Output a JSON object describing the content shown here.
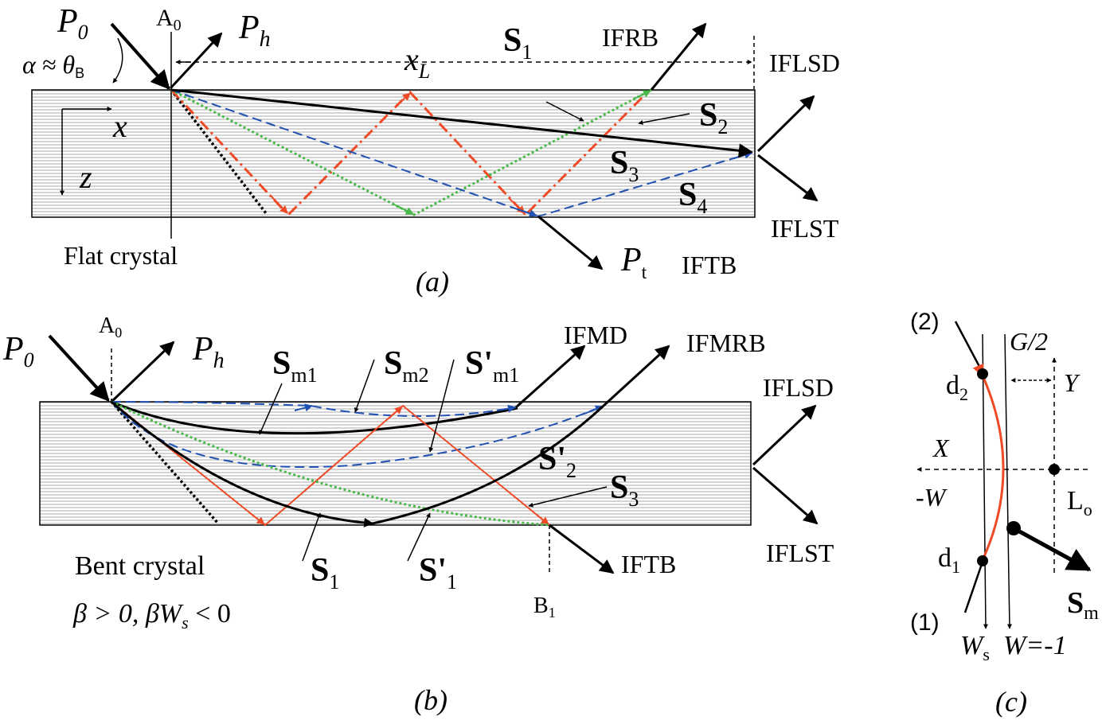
{
  "panel_a": {
    "caption": "(a)",
    "crystal_label": "Flat crystal",
    "incident": "P",
    "incident_sub": "0",
    "reflected": "P",
    "reflected_sub": "h",
    "transmitted": "P",
    "transmitted_sub": "t",
    "entry_point": "A",
    "entry_point_sub": "0",
    "angle_label": "α ≈ θ",
    "angle_sub": "B",
    "distance": "x",
    "distance_sub": "L",
    "axis_x": "x",
    "axis_z": "z",
    "out_rb": "IFRB",
    "out_lsd": "IFLSD",
    "out_lst": "IFLST",
    "out_tb": "IFTB",
    "rays": [
      {
        "label": "S",
        "sub": "1"
      },
      {
        "label": "S",
        "sub": "2"
      },
      {
        "label": "S",
        "sub": "3"
      },
      {
        "label": "S",
        "sub": "4"
      }
    ]
  },
  "panel_b": {
    "caption": "(b)",
    "crystal_label": "Bent crystal",
    "condition": "β > 0, βW",
    "condition_sub": "s",
    "condition_tail": " < 0",
    "incident": "P",
    "incident_sub": "0",
    "reflected": "P",
    "reflected_sub": "h",
    "entry_point": "A",
    "entry_point_sub": "0",
    "exit_point": "B",
    "exit_point_sub": "1",
    "out_md": "IFMD",
    "out_mrb": "IFMRB",
    "out_lsd": "IFLSD",
    "out_lst": "IFLST",
    "out_tb": "IFTB",
    "rays": {
      "sm1": {
        "label": "S",
        "sub": "m1"
      },
      "sm2": {
        "label": "S",
        "sub": "m2"
      },
      "spm1": {
        "label": "S'",
        "sub": "m1"
      },
      "sp2": {
        "label": "S'",
        "sub": "2"
      },
      "s3": {
        "label": "S",
        "sub": "3"
      },
      "s1": {
        "label": "S",
        "sub": "1"
      },
      "sp1": {
        "label": "S'",
        "sub": "1"
      }
    }
  },
  "panel_c": {
    "caption": "(c)",
    "branch_2": "(2)",
    "branch_1": "(1)",
    "gap": "G/2",
    "axis_y": "Y",
    "axis_x": "X",
    "neg_w": "-W",
    "origin": "L",
    "origin_sub": "o",
    "point_d2": "d",
    "point_d2_sub": "2",
    "point_d1": "d",
    "point_d1_sub": "1",
    "ray": "S",
    "ray_sub": "m",
    "line_ws": "W",
    "line_ws_sub": "s",
    "line_w": "W=-1"
  },
  "colors": {
    "ink": "#000000",
    "red": "#ef4a26",
    "blue": "#2050b0",
    "green": "#49b94a",
    "crystal_line": "#a8a8a8"
  }
}
